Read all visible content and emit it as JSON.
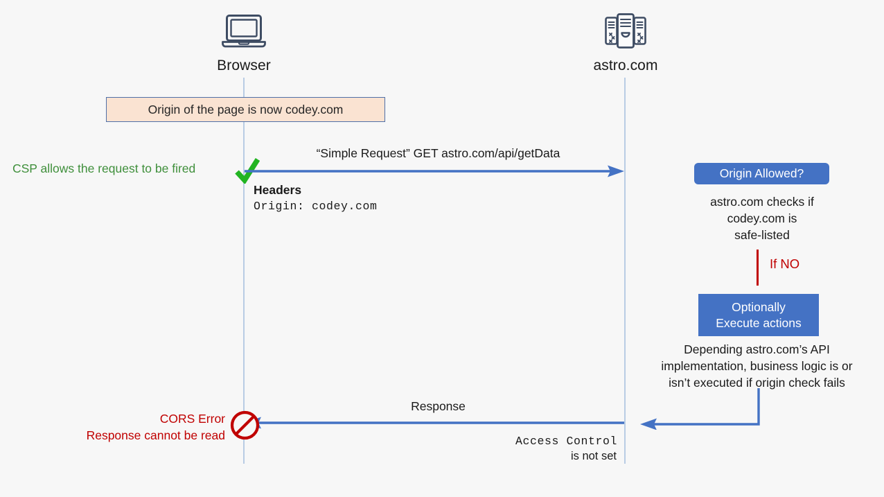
{
  "diagram": {
    "title": "CORS simple request flow with disallowed origin",
    "background": "#f7f7f7",
    "colors": {
      "arrow_blue": "#4472c4",
      "box_blue": "#4472c4",
      "lifeline": "#b8cce4",
      "banner_bg": "#fae3d2",
      "banner_border": "#4f6fa8",
      "green": "#3f8f3b",
      "check_green": "#22b422",
      "red": "#c00000",
      "icon_navy": "#3e4c63",
      "text": "#1a1a1a"
    }
  },
  "actors": [
    {
      "id": "browser",
      "label": "Browser",
      "icon": "laptop-icon"
    },
    {
      "id": "astro",
      "label": "astro.com",
      "icon": "server-rack-icon"
    }
  ],
  "banner": {
    "text": "Origin of the page is now codey.com"
  },
  "request": {
    "annotation": "CSP allows the request to be fired",
    "check_icon": "green-check-icon",
    "label": "“Simple Request” GET astro.com/api/getData",
    "arrow_icon": "arrow-right-icon",
    "headers_title": "Headers",
    "headers_value": "Origin: codey.com"
  },
  "server_flow": {
    "origin_allowed_label": "Origin Allowed?",
    "origin_check_note": "astro.com checks if\ncodey.com is\nsafe-listed",
    "if_no_label": "If NO",
    "execute_line1": "Optionally",
    "execute_line2": "Execute actions",
    "depending_note": "Depending astro.com’s API\nimplementation, business logic is or\nisn’t executed if origin check fails",
    "elbow_arrow_icon": "elbow-arrow-left-icon"
  },
  "response": {
    "label": "Response",
    "arrow_icon": "arrow-left-icon",
    "blocked_icon": "no-entry-icon",
    "error_line1": "CORS Error",
    "error_line2": "Response cannot be read",
    "acao_mono": "Access Control",
    "acao_tail": "is not set"
  }
}
